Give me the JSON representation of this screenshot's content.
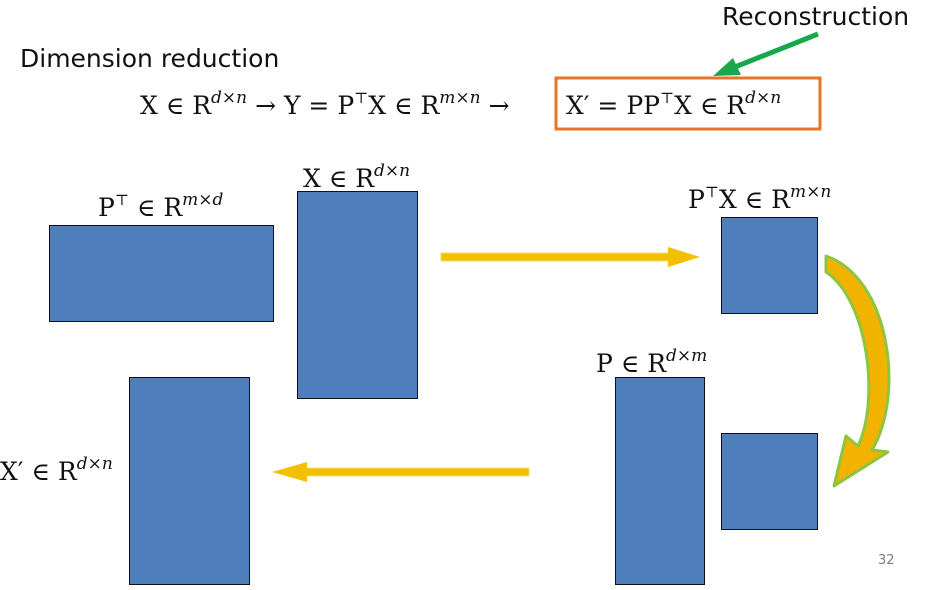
{
  "title": "Dimension reduction",
  "reconstruction_label": "Reconstruction",
  "equation": {
    "x_in": "X ∈ R",
    "x_in_sup": "d×n",
    "arrow1": "→",
    "y_def": "Y = P",
    "y_def_t": "⊤",
    "y_def_rest": "X ∈ R",
    "y_def_sup": "m×n",
    "arrow2": "→",
    "xprime": "X′ = PP",
    "xprime_t": "⊤",
    "xprime_rest": "X ∈ R",
    "xprime_sup": "d×n"
  },
  "labels": {
    "pt": {
      "base": "P",
      "t": "⊤",
      "rest": " ∈ R",
      "sup": "m×d"
    },
    "x": {
      "base": "X ∈ R",
      "sup": "d×n"
    },
    "ptx": {
      "base": "P",
      "t": "⊤",
      "rest": "X ∈ R",
      "sup": "m×n"
    },
    "p": {
      "base": "P ∈ R",
      "sup": "d×m"
    },
    "xp": {
      "base": "X′ ∈ R",
      "sup": "d×n"
    }
  },
  "page_number": "32",
  "colors": {
    "matrix_fill": "#4f80bd",
    "highlight_box": "#e8742a",
    "pointer_arrow": "#18a84a",
    "flow_arrow": "#f2c000",
    "curved_arrow_fill": "#f2b300",
    "curved_arrow_outline": "#8cc63f"
  }
}
